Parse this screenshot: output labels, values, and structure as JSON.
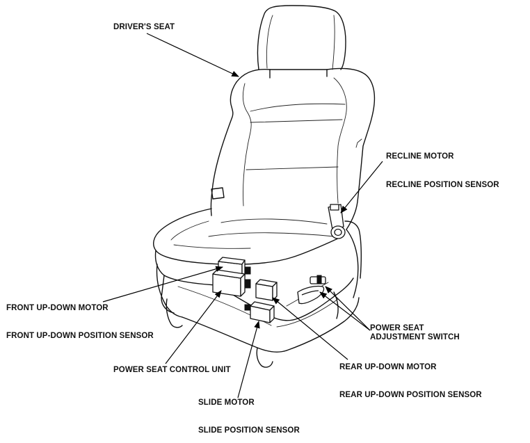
{
  "labels": {
    "drivers_seat": "DRIVER'S SEAT",
    "recline_motor": "RECLINE MOTOR",
    "recline_position_sensor": "RECLINE POSITION SENSOR",
    "front_up_down_motor": "FRONT UP-DOWN MOTOR",
    "front_up_down_position_sensor": "FRONT UP-DOWN POSITION SENSOR",
    "power_seat_adjustment_switch_line1": "POWER SEAT",
    "power_seat_adjustment_switch_line2": "ADJUSTMENT SWITCH",
    "power_seat_control_unit": "POWER SEAT CONTROL UNIT",
    "rear_up_down_motor": "REAR UP-DOWN MOTOR",
    "rear_up_down_position_sensor": "REAR UP-DOWN POSITION SENSOR",
    "slide_motor": "SLIDE MOTOR",
    "slide_position_sensor": "SLIDE POSITION SENSOR"
  }
}
